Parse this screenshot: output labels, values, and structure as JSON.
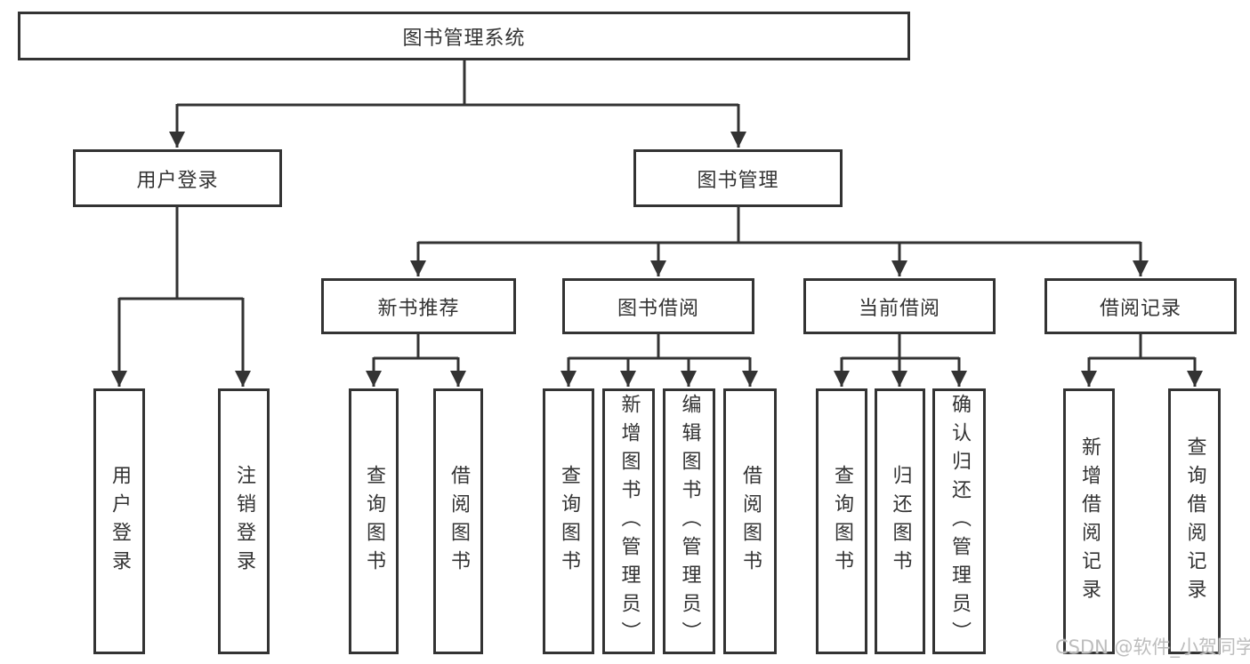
{
  "diagram": {
    "root": {
      "label": "图书管理系统"
    },
    "branches": [
      {
        "label": "用户登录",
        "leaves": [
          {
            "label": "用户登录"
          },
          {
            "label": "注销登录"
          }
        ]
      },
      {
        "label": "图书管理",
        "groups": [
          {
            "label": "新书推荐",
            "leaves": [
              {
                "label": "查询图书"
              },
              {
                "label": "借阅图书"
              }
            ]
          },
          {
            "label": "图书借阅",
            "leaves": [
              {
                "label": "查询图书"
              },
              {
                "label": "新增图书（管理员）"
              },
              {
                "label": "编辑图书（管理员）"
              },
              {
                "label": "借阅图书"
              }
            ]
          },
          {
            "label": "当前借阅",
            "leaves": [
              {
                "label": "查询图书"
              },
              {
                "label": "归还图书"
              },
              {
                "label": "确认归还（管理员）"
              }
            ]
          },
          {
            "label": "借阅记录",
            "leaves": [
              {
                "label": "新增借阅记录"
              },
              {
                "label": "查询借阅记录"
              }
            ]
          }
        ]
      }
    ]
  },
  "watermark": {
    "text": "CSDN @软件_小贺同学"
  },
  "colors": {
    "line": "#333333",
    "text": "#333333",
    "background": "#ffffff",
    "watermark": "#bdbdbd"
  }
}
